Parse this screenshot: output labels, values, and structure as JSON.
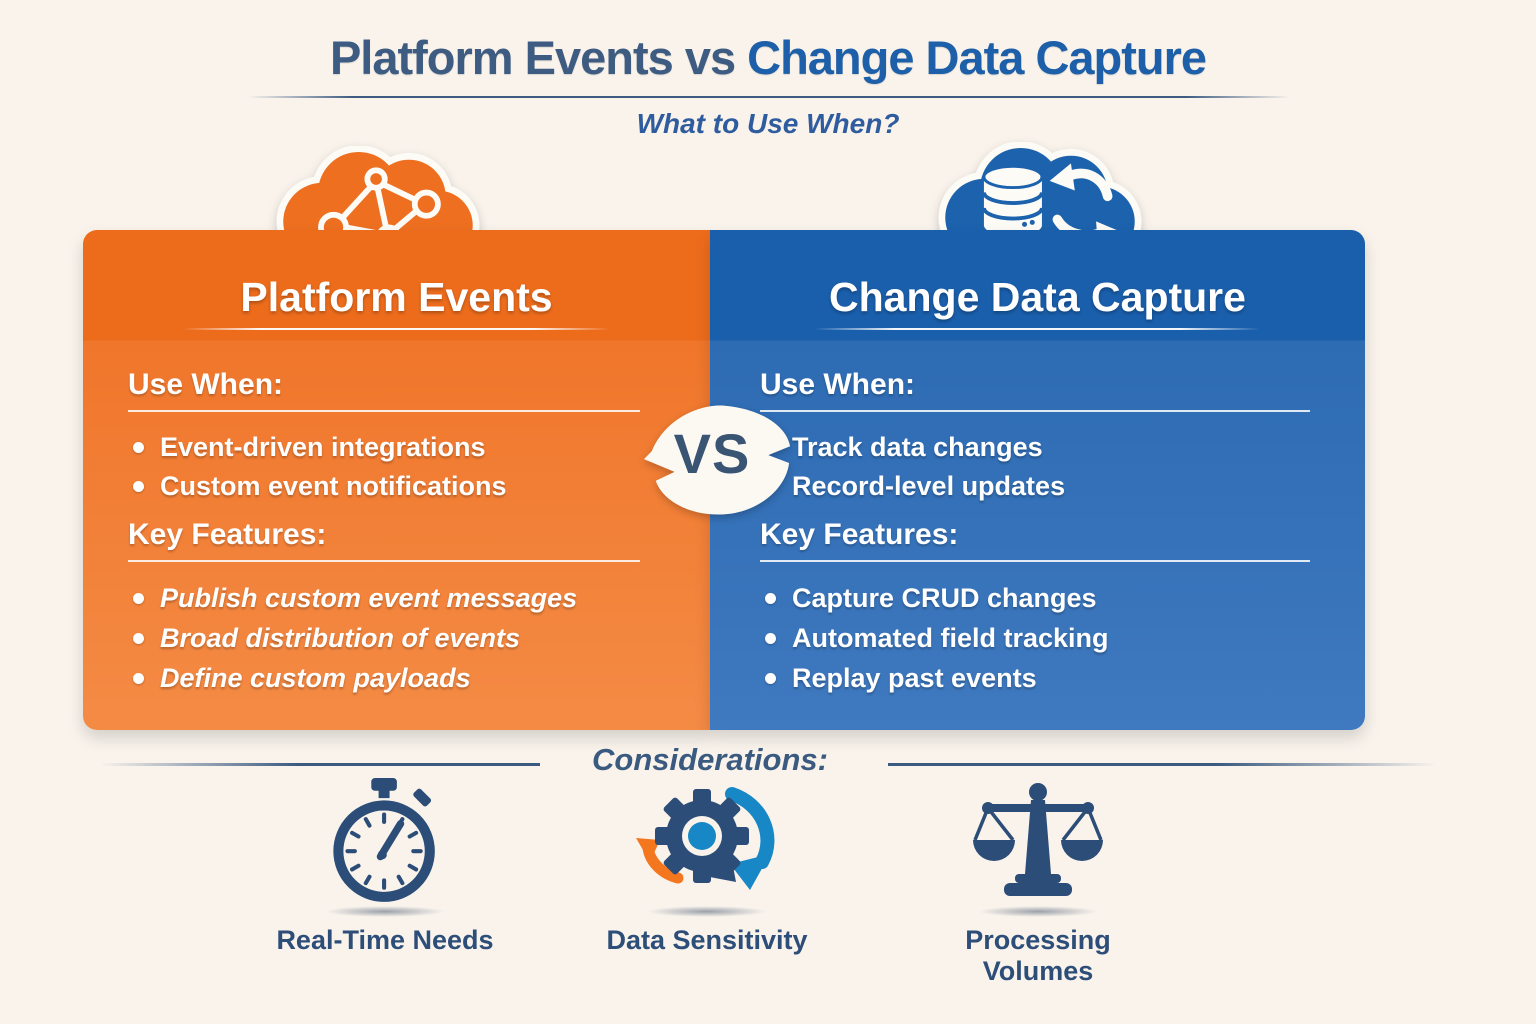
{
  "header": {
    "title_part1": "Platform Events vs",
    "title_part2": "Change Data Capture",
    "subtitle": "What to Use When?"
  },
  "vs_badge_label": "VS",
  "left_panel": {
    "title": "Platform Events",
    "icon": "network-cloud-icon",
    "use_when": {
      "heading": "Use When:",
      "items": [
        "Event-driven integrations",
        "Custom event notifications"
      ]
    },
    "key_features": {
      "heading": "Key Features:",
      "items": [
        "Publish custom event messages",
        "Broad distribution of events",
        "Define custom payloads"
      ]
    }
  },
  "right_panel": {
    "title": "Change Data Capture",
    "icon": "database-sync-cloud-icon",
    "use_when": {
      "heading": "Use When:",
      "items": [
        "Track data changes",
        "Record-level updates"
      ]
    },
    "key_features": {
      "heading": "Key Features:",
      "items": [
        "Capture CRUD changes",
        "Automated field tracking",
        "Replay past events"
      ]
    }
  },
  "considerations": {
    "heading": "Considerations:",
    "items": [
      {
        "icon": "stopwatch-icon",
        "label": "Real-Time Needs"
      },
      {
        "icon": "gear-sync-icon",
        "label": "Data Sensitivity"
      },
      {
        "icon": "balance-scale-icon",
        "label": "Processing Volumes"
      }
    ]
  },
  "colors": {
    "background": "#F9F3EC",
    "title_slate": "#3E5C82",
    "title_blue": "#1D5FA8",
    "orange_header": "#ED6C1C",
    "orange_body": "#F0762B",
    "blue_header": "#1A5FAC",
    "blue_body": "#2D6BB3",
    "dark_icon_blue": "#2C4D77",
    "bright_blue": "#1787C5",
    "arrow_orange": "#F4761F",
    "vs_text": "#3A5574"
  }
}
